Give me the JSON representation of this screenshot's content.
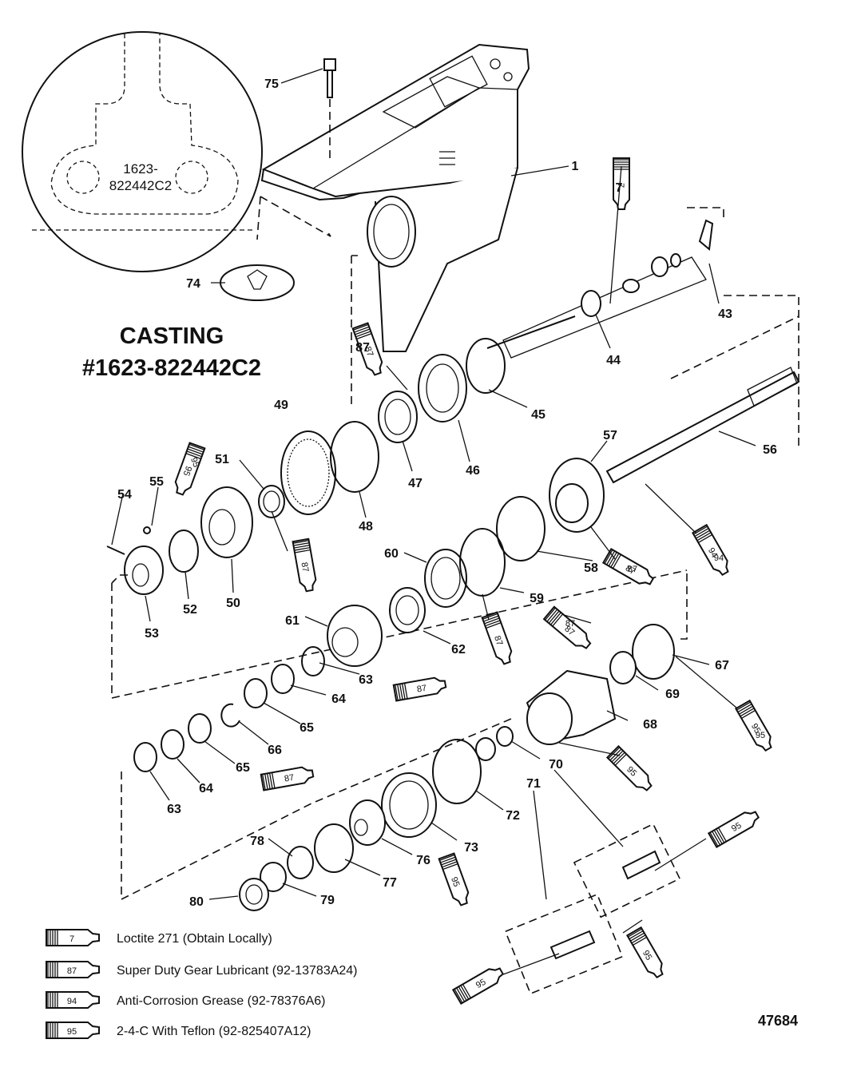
{
  "casting": {
    "line1": "CASTING",
    "line2": "#1623-822442C2"
  },
  "detail_circle": {
    "line1": "1623-",
    "line2": "822442C2"
  },
  "figure_number": "47684",
  "part_labels": [
    "75",
    "1",
    "7",
    "74",
    "43",
    "87",
    "44",
    "45",
    "49",
    "56",
    "57",
    "46",
    "47",
    "51",
    "55",
    "95",
    "54",
    "48",
    "94",
    "58",
    "87",
    "60",
    "52",
    "50",
    "59",
    "53",
    "61",
    "62",
    "87",
    "63",
    "64",
    "67",
    "69",
    "65",
    "66",
    "68",
    "95",
    "70",
    "64",
    "65",
    "63",
    "71",
    "72",
    "73",
    "78",
    "77",
    "76",
    "79",
    "80"
  ],
  "tube_labels": [
    "7",
    "87",
    "95",
    "87",
    "94",
    "87",
    "87",
    "87",
    "95",
    "87",
    "95",
    "95",
    "95",
    "95"
  ],
  "legend": [
    {
      "num": "7",
      "text": "Loctite 271 (Obtain Locally)"
    },
    {
      "num": "87",
      "text": "Super Duty Gear Lubricant (92-13783A24)"
    },
    {
      "num": "94",
      "text": "Anti-Corrosion Grease (92-78376A6)"
    },
    {
      "num": "95",
      "text": "2-4-C  With Teflon (92-825407A12)"
    }
  ]
}
